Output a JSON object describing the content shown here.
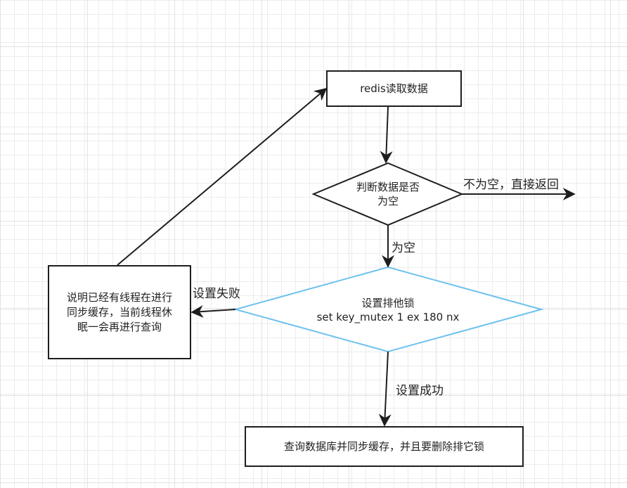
{
  "nodes": {
    "redis_read": "redis读取数据",
    "check_empty_line1": "判断数据是否",
    "check_empty_line2": "为空",
    "set_lock_title": "设置排他锁",
    "set_lock_command": "set key_mutex 1 ex 180 nx",
    "wait_line1": "说明已经有线程在进行",
    "wait_line2": "同步缓存，当前线程休",
    "wait_line3": "眠一会再进行查询",
    "query_db": "查询数据库并同步缓存，并且要删除排它锁"
  },
  "edges": {
    "not_empty": "不为空，直接返回",
    "is_empty": "为空",
    "set_failed": "设置失败",
    "set_success": "设置成功"
  },
  "colors": {
    "stroke": "#1e1e1e",
    "lock_stroke": "#6ec1ee",
    "grid_minor": "#ececec",
    "grid_major": "#e2e2e2"
  }
}
